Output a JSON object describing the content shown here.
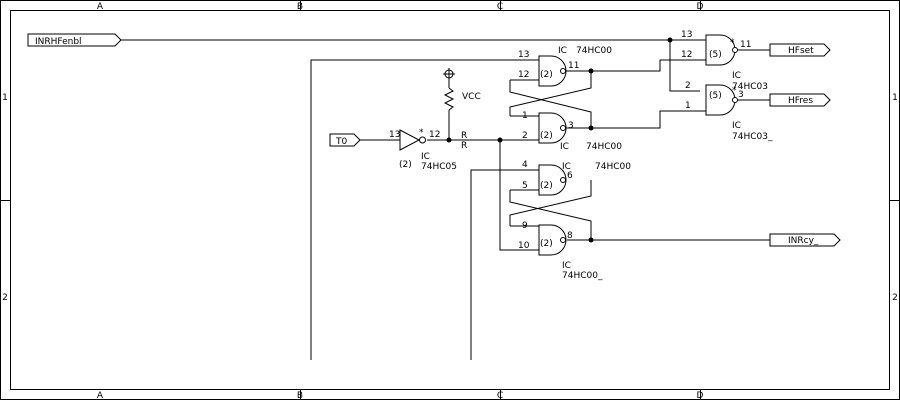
{
  "border": {
    "columns": [
      "A",
      "B",
      "C",
      "D"
    ],
    "rows": [
      "1",
      "2"
    ]
  },
  "ports": {
    "inrhfenbl": "INRHFenbl",
    "t0": "T0",
    "hfset": "HFset",
    "hfres": "HFres",
    "inrcy": "INRcy_"
  },
  "power": {
    "vcc": "VCC"
  },
  "resistor": {
    "ref1": "R",
    "ref2": "R"
  },
  "inverter": {
    "pin_in": "13",
    "pin_out": "12",
    "unit": "(2)",
    "star": "*",
    "ref": "IC",
    "part": "74HC05"
  },
  "nand_top1": {
    "pin_a": "13",
    "pin_b": "12",
    "pin_out": "11",
    "unit": "(2)",
    "ref": "IC",
    "part": "74HC00"
  },
  "nand_top2": {
    "pin_a": "1",
    "pin_b": "2",
    "pin_out": "3",
    "unit": "(2)",
    "ref": "IC",
    "part": "74HC00"
  },
  "nand_bot1": {
    "pin_a": "4",
    "pin_b": "5",
    "pin_out": "6",
    "unit": "(2)",
    "ref": "IC",
    "part": "74HC00"
  },
  "nand_bot2": {
    "pin_a": "9",
    "pin_b": "10",
    "pin_out": "8",
    "unit": "(2)",
    "ref": "IC",
    "part": "74HC00_"
  },
  "and_top": {
    "pin_a": "13",
    "pin_b": "12",
    "pin_out": "11",
    "unit": "(5)",
    "star": "*",
    "ref": "IC",
    "part": "74HC03"
  },
  "and_bot": {
    "pin_a": "2",
    "pin_b": "1",
    "pin_out": "3",
    "unit": "(5)",
    "star": "*",
    "ref": "IC",
    "part": "74HC03_"
  }
}
